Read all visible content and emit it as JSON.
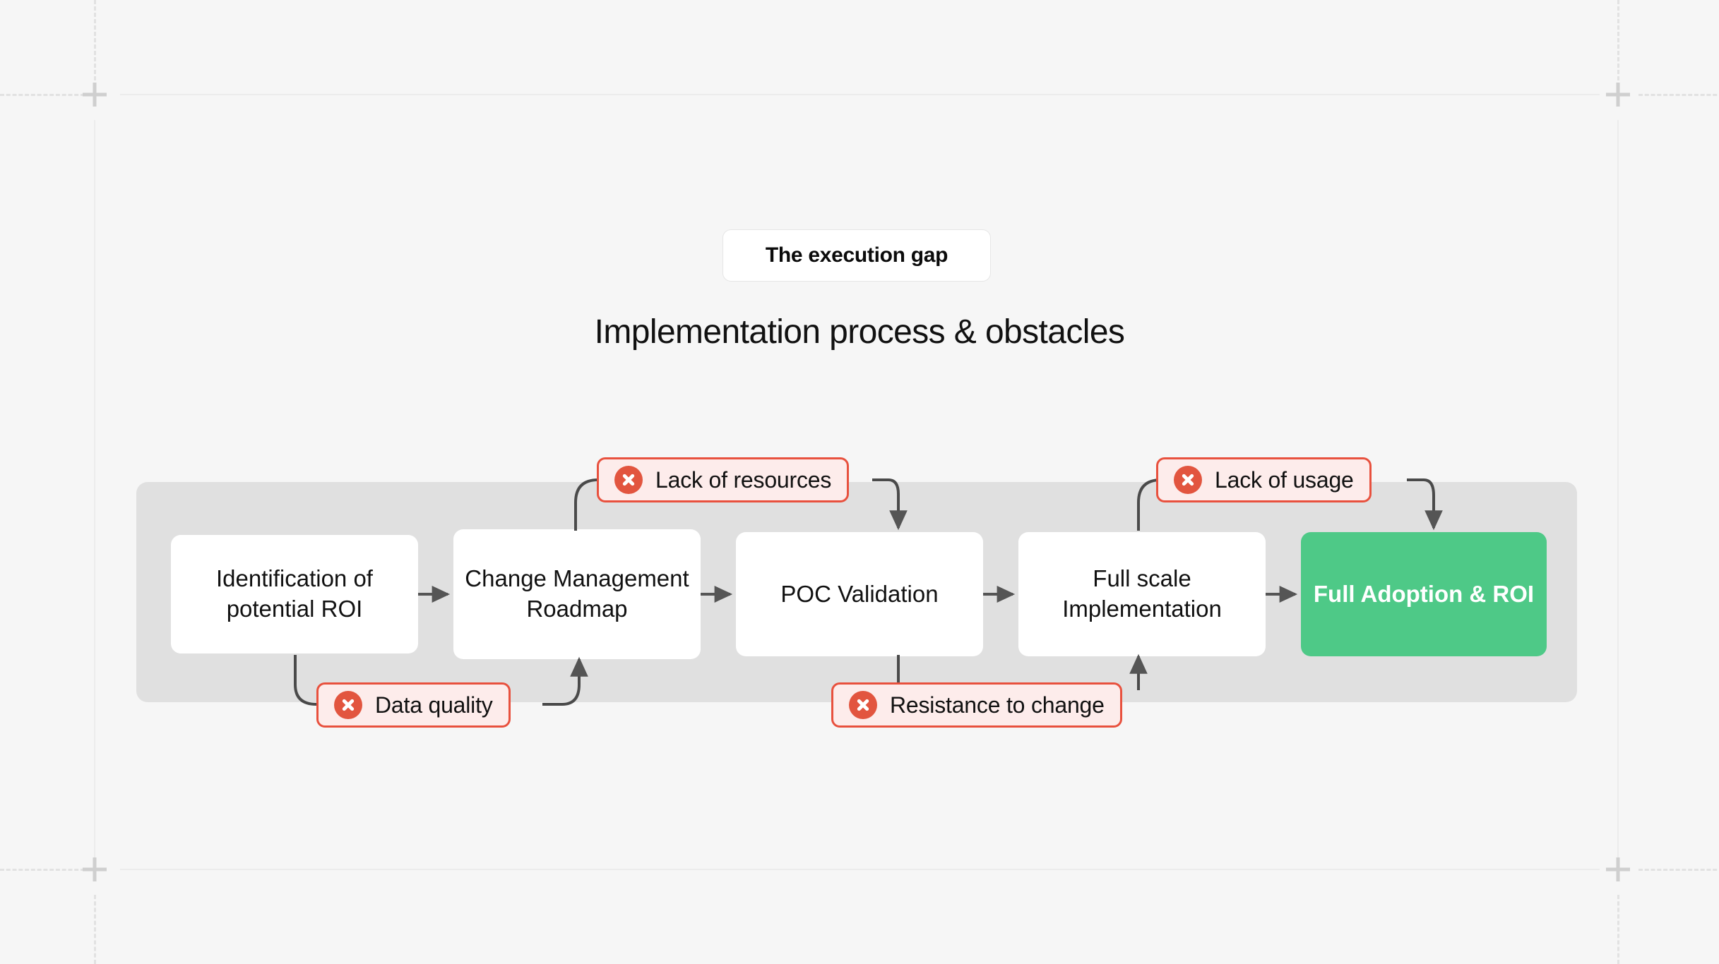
{
  "canvas": {
    "background_color": "#f6f6f6",
    "guide_color": "#e2e2e2",
    "cropmark_color": "#cfcfcf"
  },
  "header": {
    "kicker": "The execution gap",
    "title": "Implementation process & obstacles"
  },
  "flow": {
    "band_color": "#e0e0e0",
    "accent_color": "#4ec987",
    "arrow_color": "#555555",
    "steps": [
      {
        "label": "Identification of potential ROI",
        "variant": "default"
      },
      {
        "label": "Change Management Roadmap",
        "variant": "default"
      },
      {
        "label": "POC Validation",
        "variant": "default"
      },
      {
        "label": "Full scale Implementation",
        "variant": "default"
      },
      {
        "label": "Full Adoption & ROI",
        "variant": "accent"
      }
    ]
  },
  "obstacles": {
    "chip_bg": "#fdeceb",
    "chip_border": "#e8513e",
    "icon_color": "#e2553f",
    "icon_name": "error-x-icon",
    "items": [
      {
        "label": "Lack of resources",
        "position": "above"
      },
      {
        "label": "Lack of usage",
        "position": "above"
      },
      {
        "label": "Data quality",
        "position": "below"
      },
      {
        "label": "Resistance to change",
        "position": "below"
      }
    ]
  }
}
